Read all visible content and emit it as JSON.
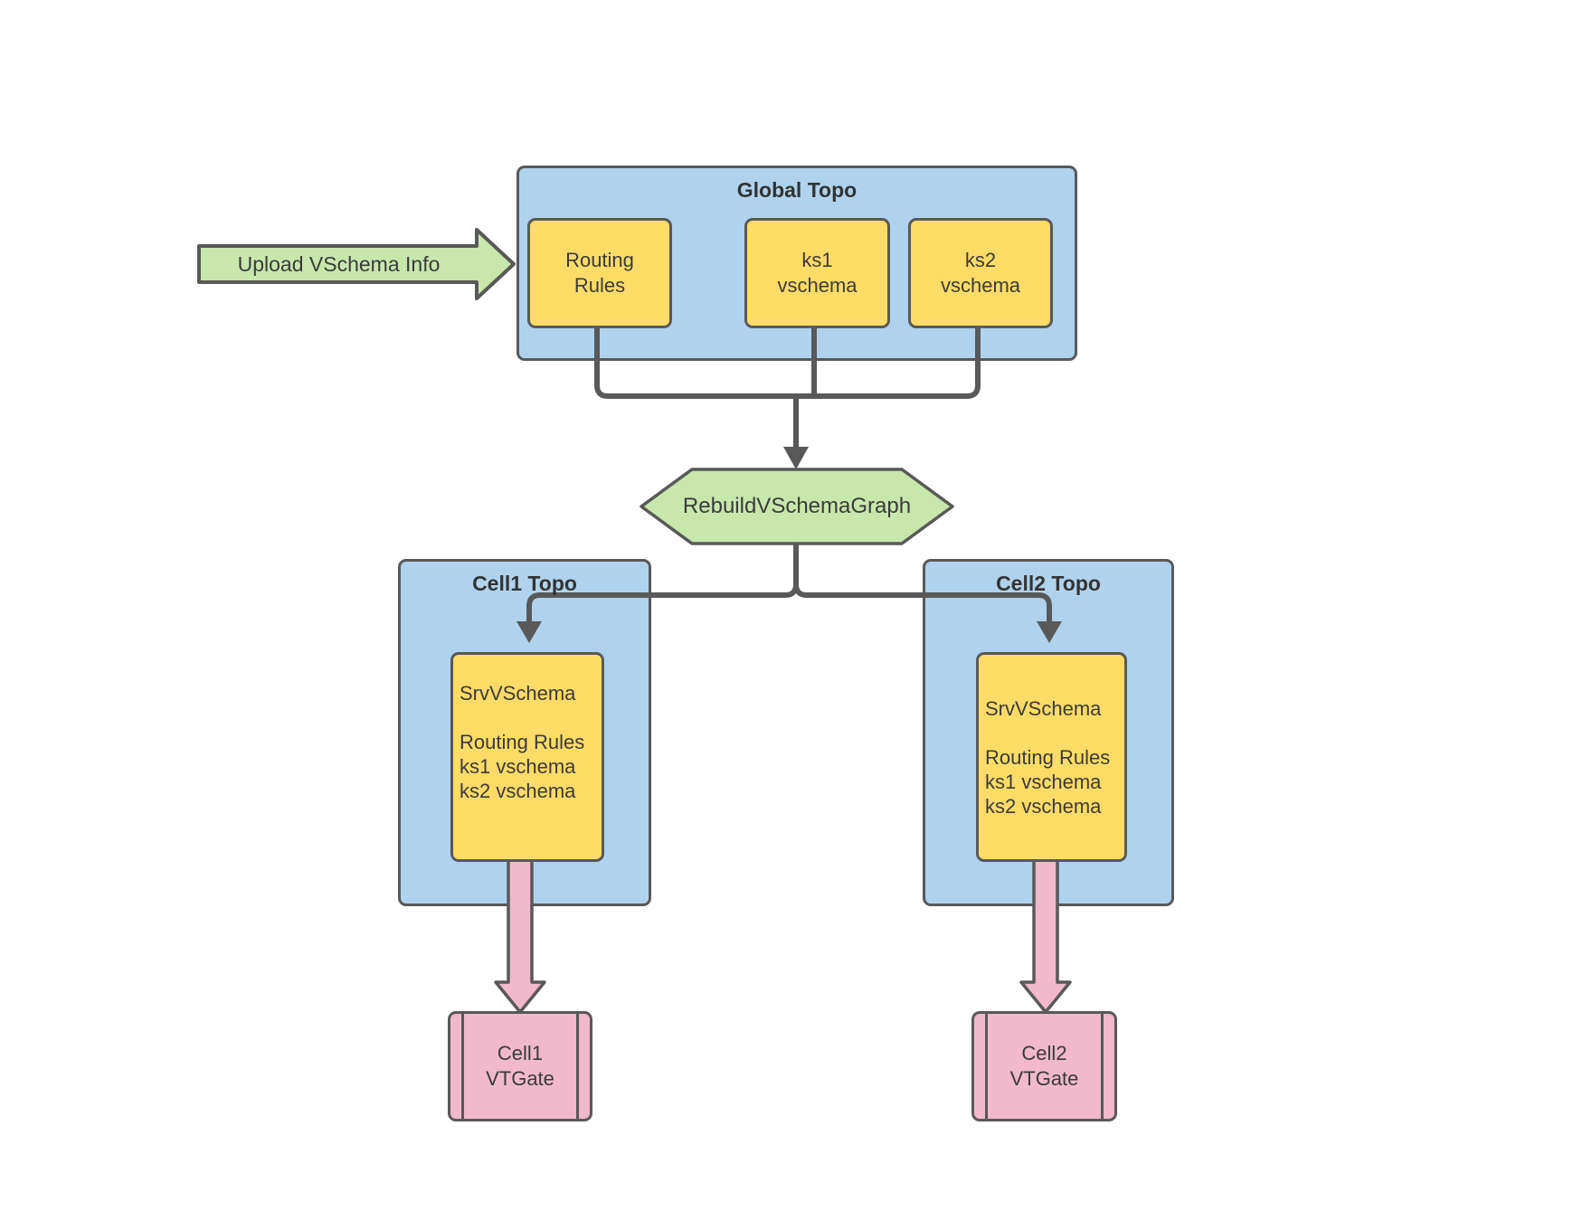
{
  "colors": {
    "blue": "#AFD3EE",
    "yellow": "#FFDB67",
    "green": "#C8E7AB",
    "pink": "#F2B8CC",
    "line": "#595959",
    "text": "#3B3B3B"
  },
  "upload_arrow": {
    "label": "Upload VSchema Info"
  },
  "global_topo": {
    "title": "Global Topo",
    "nodes": [
      {
        "line1": "Routing",
        "line2": "Rules"
      },
      {
        "line1": "ks1",
        "line2": "vschema"
      },
      {
        "line1": "ks2",
        "line2": "vschema"
      }
    ]
  },
  "rebuild": {
    "label": "RebuildVSchemaGraph"
  },
  "cell1": {
    "title": "Cell1 Topo",
    "srv_vschema": {
      "lines": [
        "SrvVSchema",
        "",
        "Routing Rules",
        "ks1 vschema",
        "ks2 vschema"
      ]
    },
    "vtgate": {
      "line1": "Cell1",
      "line2": "VTGate"
    }
  },
  "cell2": {
    "title": "Cell2 Topo",
    "srv_vschema": {
      "lines": [
        "SrvVSchema",
        "",
        "Routing Rules",
        "ks1 vschema",
        "ks2 vschema"
      ]
    },
    "vtgate": {
      "line1": "Cell2",
      "line2": "VTGate"
    }
  }
}
